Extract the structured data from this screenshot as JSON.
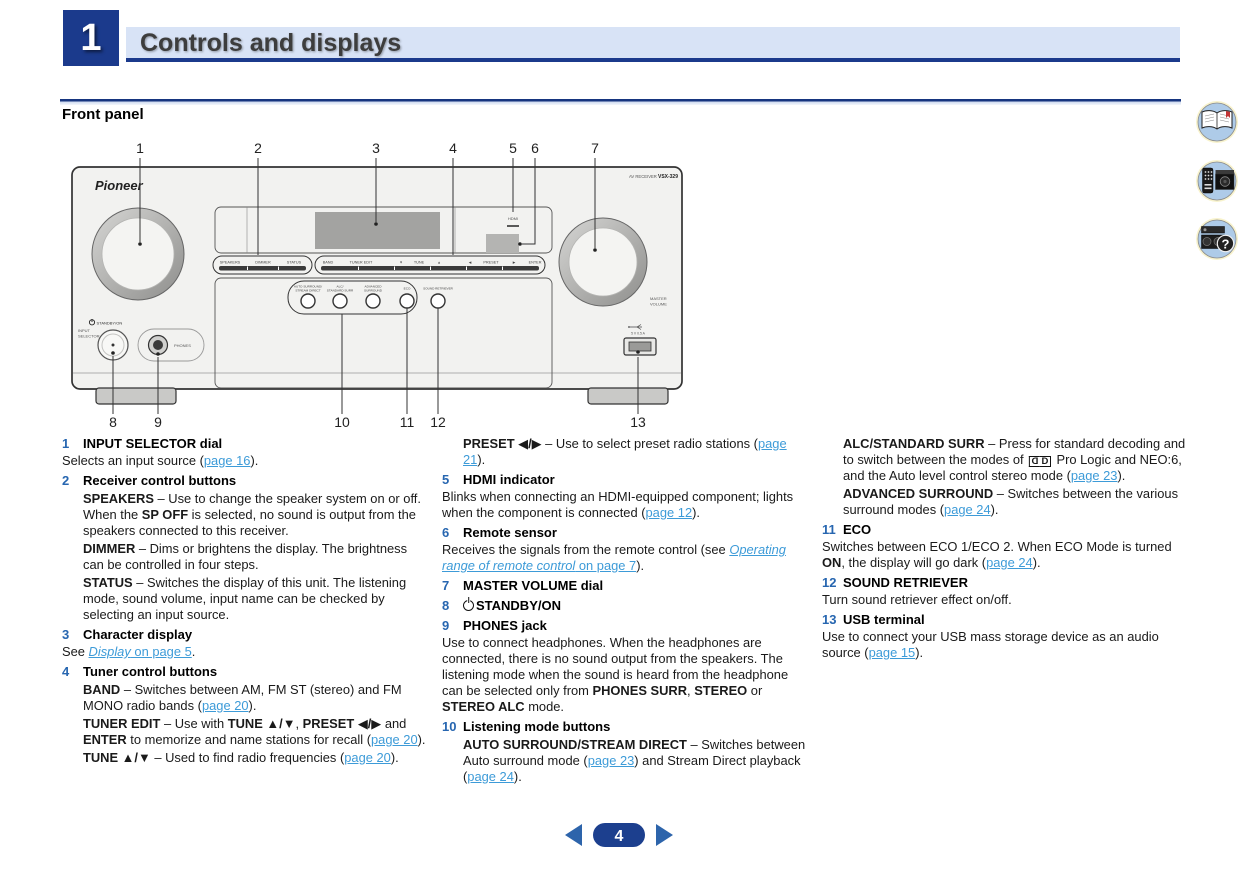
{
  "colors": {
    "accent_navy": "#1b3a8c",
    "header_bar": "#d8e3f6",
    "link_blue": "#3d9bd8",
    "number_blue": "#2766b0"
  },
  "header": {
    "chapter": "1",
    "title": "Controls and displays"
  },
  "section_title": "Front panel",
  "figure": {
    "brand": "Pioneer",
    "model_prefix": "AV RECEIVER",
    "model": "VSX-329",
    "callouts_top": [
      "1",
      "2",
      "3",
      "4",
      "5",
      "6",
      "7"
    ],
    "callouts_bottom": [
      "8",
      "9",
      "10",
      "11",
      "12",
      "13"
    ],
    "strip1": [
      "SPEAKERS",
      "DIMMER",
      "STATUS"
    ],
    "strip2": [
      "BAND",
      "TUNER EDIT",
      "▼",
      "TUNE",
      "▲",
      "◀",
      "PRESET",
      "▶",
      "ENTER"
    ],
    "buttons": {
      "auto1": "AUTO SURROUND/",
      "auto2": "STREAM DIRECT",
      "alc1": "ALC/",
      "alc2": "STANDARD SURR",
      "adv1": "ADVANCED",
      "adv2": "SURROUND",
      "eco": "ECO",
      "sound_retriever": "SOUND RETRIEVER"
    },
    "labels": {
      "input1": "INPUT",
      "input2": "SELECTOR",
      "master1": "MASTER",
      "master2": "VOLUME",
      "standby": "STANDBY/ON",
      "phones": "PHONES",
      "hdmi": "HDMI",
      "usb": "5 V 0.5 A"
    }
  },
  "entries": {
    "e1": {
      "num": "1",
      "title": "INPUT SELECTOR dial",
      "p1": [
        {
          "t": "Selects an input source ("
        },
        {
          "t": "page 16",
          "s": "l"
        },
        {
          "t": ")."
        }
      ]
    },
    "e2": {
      "num": "2",
      "title": "Receiver control buttons",
      "t1": [
        {
          "t": "SPEAKERS",
          "s": "b"
        },
        {
          "t": " – Use to change the speaker system on or off. When the "
        },
        {
          "t": "SP OFF",
          "s": "b"
        },
        {
          "t": " is selected, no sound is output from the speakers connected to this receiver."
        }
      ],
      "t2": [
        {
          "t": "DIMMER",
          "s": "b"
        },
        {
          "t": " – Dims or brightens the display. The brightness can be controlled in four steps."
        }
      ],
      "t3": [
        {
          "t": "STATUS",
          "s": "b"
        },
        {
          "t": " – Switches the display of this unit. The listening mode, sound volume, input name can be checked by selecting an input source."
        }
      ]
    },
    "e3": {
      "num": "3",
      "title": "Character display",
      "p1": [
        {
          "t": "See "
        },
        {
          "t": "Display",
          "s": "li"
        },
        {
          "t": " on page 5",
          "s": "l"
        },
        {
          "t": "."
        }
      ]
    },
    "e4": {
      "num": "4",
      "title": "Tuner control buttons",
      "t1": [
        {
          "t": "BAND",
          "s": "b"
        },
        {
          "t": " – Switches between AM, FM ST (stereo) and FM MONO radio bands ("
        },
        {
          "t": "page 20",
          "s": "l"
        },
        {
          "t": ")."
        }
      ],
      "t2": [
        {
          "t": "TUNER EDIT",
          "s": "b"
        },
        {
          "t": " – Use with "
        },
        {
          "t": "TUNE ▲/▼",
          "s": "b"
        },
        {
          "t": ", "
        },
        {
          "t": "PRESET ◀/▶",
          "s": "b"
        },
        {
          "t": " and "
        },
        {
          "t": "ENTER",
          "s": "b"
        },
        {
          "t": " to memorize and name stations for recall ("
        },
        {
          "t": "page 20",
          "s": "l"
        },
        {
          "t": ")."
        }
      ],
      "t3": [
        {
          "t": "TUNE ▲/▼",
          "s": "b"
        },
        {
          "t": " – Used to find radio frequencies ("
        },
        {
          "t": "page 20",
          "s": "l"
        },
        {
          "t": ")."
        }
      ],
      "t4": [
        {
          "t": "PRESET ◀/▶",
          "s": "b"
        },
        {
          "t": " – Use to select preset radio stations ("
        },
        {
          "t": "page 21",
          "s": "l"
        },
        {
          "t": ")."
        }
      ]
    },
    "e5": {
      "num": "5",
      "title": "HDMI indicator",
      "p1": [
        {
          "t": "Blinks when connecting an HDMI-equipped component; lights when the component is connected ("
        },
        {
          "t": "page 12",
          "s": "l"
        },
        {
          "t": ")."
        }
      ]
    },
    "e6": {
      "num": "6",
      "title": "Remote sensor",
      "p1": [
        {
          "t": "Receives the signals from the remote control (see "
        },
        {
          "t": "Operating range of remote control",
          "s": "li"
        },
        {
          "t": " on page 7",
          "s": "l"
        },
        {
          "t": ")."
        }
      ]
    },
    "e7": {
      "num": "7",
      "title": "MASTER VOLUME dial"
    },
    "e8": {
      "num": "8",
      "title_rich": [
        {
          "s": "pwr"
        },
        {
          "t": "STANDBY/ON",
          "s": "b"
        }
      ]
    },
    "e9": {
      "num": "9",
      "title": "PHONES jack",
      "p1": [
        {
          "t": "Use to connect headphones. When the headphones are connected, there is no sound output from the speakers. The listening mode when the sound is heard from the headphone can be selected only from "
        },
        {
          "t": "PHONES SURR",
          "s": "b"
        },
        {
          "t": ", "
        },
        {
          "t": "STEREO",
          "s": "b"
        },
        {
          "t": " or "
        },
        {
          "t": "STEREO ALC",
          "s": "b"
        },
        {
          "t": " mode."
        }
      ]
    },
    "e10": {
      "num": "10",
      "title": "Listening mode buttons",
      "t1": [
        {
          "t": "AUTO SURROUND/STREAM DIRECT",
          "s": "b"
        },
        {
          "t": " – Switches between Auto surround mode ("
        },
        {
          "t": "page 23",
          "s": "l"
        },
        {
          "t": ") and Stream Direct playback ("
        },
        {
          "t": "page 24",
          "s": "l"
        },
        {
          "t": ")."
        }
      ],
      "t2": [
        {
          "t": "ALC/STANDARD SURR",
          "s": "b"
        },
        {
          "t": " – Press for standard decoding and to switch between the modes of "
        },
        {
          "t": "D",
          "s": "dolby-l"
        },
        {
          "t": "D",
          "s": "dolby-r"
        },
        {
          "t": " Pro Logic and NEO:6, and the Auto level control stereo mode ("
        },
        {
          "t": "page 23",
          "s": "l"
        },
        {
          "t": ")."
        }
      ],
      "t3": [
        {
          "t": "ADVANCED SURROUND",
          "s": "b"
        },
        {
          "t": " – Switches between the various surround modes ("
        },
        {
          "t": "page 24",
          "s": "l"
        },
        {
          "t": ")."
        }
      ]
    },
    "e11": {
      "num": "11",
      "title": "ECO",
      "p1": [
        {
          "t": "Switches between ECO 1/ECO 2. When ECO Mode is turned "
        },
        {
          "t": "ON",
          "s": "b"
        },
        {
          "t": ", the display will go dark ("
        },
        {
          "t": "page 24",
          "s": "l"
        },
        {
          "t": ")."
        }
      ]
    },
    "e12": {
      "num": "12",
      "title": "SOUND RETRIEVER",
      "p1": [
        {
          "t": "Turn sound retriever effect on/off."
        }
      ]
    },
    "e13": {
      "num": "13",
      "title": "USB terminal",
      "p1": [
        {
          "t": "Use to connect your USB mass storage device as an audio source ("
        },
        {
          "t": "page 15",
          "s": "l"
        },
        {
          "t": ")."
        }
      ]
    }
  },
  "pager": {
    "page": "4"
  },
  "nav_icons": {
    "book": "operating-instructions",
    "remote": "controls",
    "question": "troubleshooting",
    "question_glyph": "?"
  }
}
